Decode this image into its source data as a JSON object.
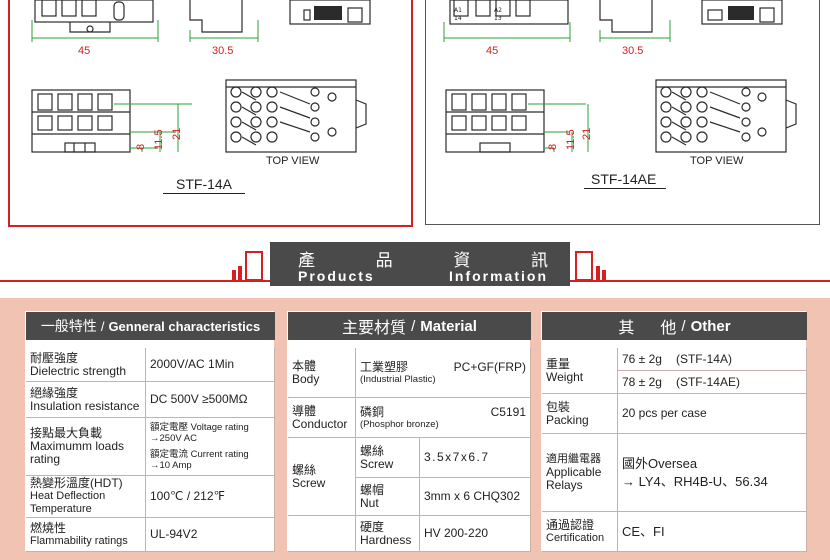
{
  "diagram_left": {
    "dim_width": "45",
    "dim_depth": "30.5",
    "dim_8": "8",
    "dim_11_5": "11.5",
    "dim_21": "21",
    "top_view": "TOP VIEW",
    "model": "STF-14A"
  },
  "diagram_right": {
    "dim_width": "45",
    "dim_depth": "30.5",
    "dim_8": "8",
    "dim_11_5": "11.5",
    "dim_21": "21",
    "top_view": "TOP VIEW",
    "model": "STF-14AE",
    "term_a1": "A1",
    "term_a2": "A2",
    "term_14": "14",
    "term_13": "13"
  },
  "banner": {
    "zh": [
      "產",
      "品",
      "資",
      "訊"
    ],
    "en1": "Products",
    "en2": "Information"
  },
  "general": {
    "title_zh": "一般特性",
    "title_en": "Genneral characteristics",
    "rows": [
      {
        "zh": "耐壓強度",
        "en": "Dielectric strength",
        "value": "2000V/AC 1Min"
      },
      {
        "zh": "絕緣強度",
        "en": "Insulation resistance",
        "value": "DC 500V ≥500MΩ"
      },
      {
        "zh": "接點最大負載",
        "en": "Maximumm loads rating",
        "v1": "額定電壓  Voltage rating",
        "v1b": "→250V AC",
        "v2": "額定電流  Current rating",
        "v2b": "→10 Amp"
      },
      {
        "zh": "熱變形溫度(HDT)",
        "en": "Heat Deflection Temperature",
        "value": "100℃ / 212℉"
      },
      {
        "zh": "燃燒性",
        "en": "Flammability ratings",
        "value": "UL-94V2"
      }
    ]
  },
  "material": {
    "title_zh": "主要材質",
    "title_en": "Material",
    "body_zh": "本體",
    "body_en": "Body",
    "body_val_zh": "工業塑膠",
    "body_val_en": "(Industrial Plastic)",
    "body_code": "PC+GF(FRP)",
    "cond_zh": "導體",
    "cond_en": "Conductor",
    "cond_val_zh": "磷銅",
    "cond_val_en": "(Phosphor bronze)",
    "cond_code": "C5191",
    "screw_zh": "螺絲",
    "screw_en": "Screw",
    "screw_sub_zh": "螺絲",
    "screw_sub_en": "Screw",
    "screw_val": "3.5x7x6.7",
    "nut_zh": "螺帽",
    "nut_en": "Nut",
    "nut_val": "3mm x 6 CHQ302",
    "hard_zh": "硬度",
    "hard_en": "Hardness",
    "hard_val": "HV 200-220"
  },
  "other": {
    "title_zh1": "其",
    "title_zh2": "他",
    "title_en": "Other",
    "weight_zh": "重量",
    "weight_en": "Weight",
    "w1": "76 ± 2g",
    "w1m": "(STF-14A)",
    "w2": "78 ± 2g",
    "w2m": "(STF-14AE)",
    "pack_zh": "包裝",
    "pack_en": "Packing",
    "pack_val": "20 pcs per case",
    "relay_zh": "適用繼電器",
    "relay_en1": "Applicable",
    "relay_en2": "Relays",
    "relay_v1": "國外Oversea",
    "relay_v2": "→ LY4、RH4B-U、56.34",
    "cert_zh": "通過認證",
    "cert_en": "Certification",
    "cert_val": "CE、FI"
  },
  "colors": {
    "accent_red": "#d42020",
    "header_dark": "#4a4a4a",
    "salmon": "#f1c3b2",
    "dim_green": "#2aa23a"
  }
}
